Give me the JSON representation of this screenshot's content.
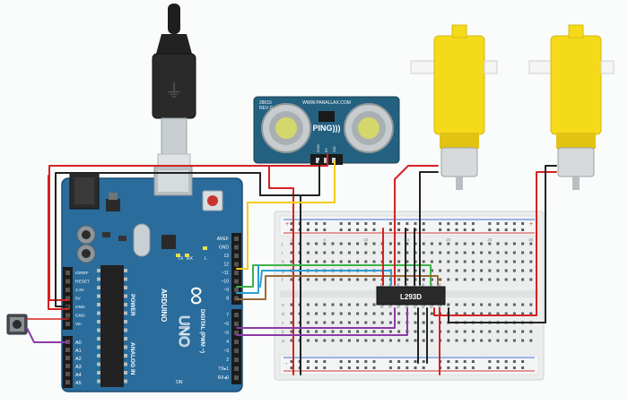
{
  "arduino": {
    "brand": "ARDUINO",
    "model": "UNO",
    "logo_text": "∞",
    "power_header": "POWER",
    "analog_header": "ANALOG IN",
    "digital_header": "DIGITAL (PWM ~)",
    "on_label": "ON",
    "l_label": "L",
    "tx_label": "TX",
    "rx_label": "RX",
    "reset_label": "RESET",
    "left_pins": [
      "IOREF",
      "RESET",
      "3.3V",
      "5V",
      "GND",
      "GND",
      "Vin"
    ],
    "analog_pins": [
      "A0",
      "A1",
      "A2",
      "A3",
      "A4",
      "A5"
    ],
    "right_pins_top": [
      "AREF",
      "GND",
      "13",
      "12",
      "~11",
      "~10",
      "~9",
      "8"
    ],
    "right_pins_bottom": [
      "7",
      "~6",
      "~5",
      "4",
      "~3",
      "2",
      "TX▸1",
      "RX◂0"
    ]
  },
  "sensor": {
    "url": "WWW.PARALLAX.COM",
    "part": "28015",
    "rev": "REV C",
    "name": "PING)))",
    "pins": [
      "GND",
      "5V",
      "SIG"
    ]
  },
  "chip": {
    "label": "L293D"
  },
  "breadboard": {
    "columns_top": [
      "1",
      "",
      "",
      "",
      "5",
      "",
      "",
      "",
      "",
      "10",
      "",
      "",
      "",
      "",
      "15",
      "",
      "",
      "",
      "",
      "20",
      "",
      "",
      "",
      "",
      "25",
      "",
      "",
      "",
      "",
      "30"
    ],
    "row_letters_top": [
      "j",
      "i",
      "h",
      "g",
      "f"
    ],
    "row_letters_bottom": [
      "e",
      "d",
      "c",
      "b",
      "a"
    ]
  },
  "colors": {
    "board": "#2a6c9c",
    "board_dark": "#1e5a86",
    "motor": "#f5da1a",
    "wire_red": "#d42222",
    "wire_black": "#222222",
    "wire_yellow": "#f3cb17",
    "wire_green": "#3fb24a",
    "wire_blue": "#2e9fd6",
    "wire_purple": "#8c3aa8",
    "wire_brown": "#9a6a3a"
  }
}
